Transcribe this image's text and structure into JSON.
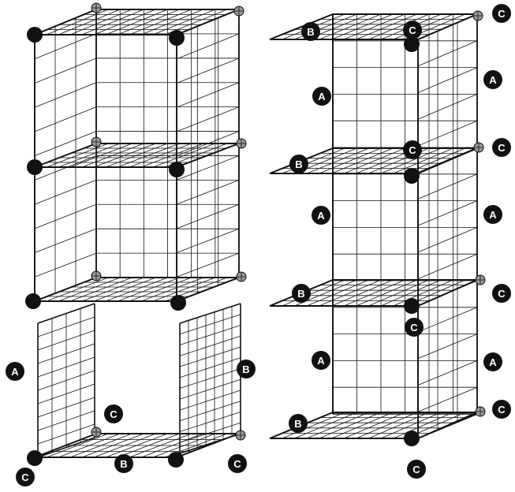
{
  "title": "",
  "colors": {
    "ink": "#111111",
    "badge_fill": "#111111",
    "badge_text": "#ffffff",
    "connector_metal": "#9a9a9a",
    "background": "#ffffff"
  },
  "part_labels": {
    "panel": "A",
    "shelf": "B",
    "connector": "C"
  },
  "figures": [
    {
      "name": "assembled-two-cube-unit",
      "cubes_stacked": 2,
      "labels": []
    },
    {
      "name": "exploded-bottom-cube",
      "labels": [
        "A",
        "B",
        "C",
        "C",
        "C",
        "B"
      ]
    },
    {
      "name": "three-cube-tower",
      "cubes_stacked": 3,
      "labels": [
        "B",
        "C",
        "C",
        "A",
        "A",
        "B",
        "C",
        "C",
        "A",
        "A",
        "B",
        "C",
        "C",
        "A",
        "A",
        "B",
        "C",
        "C"
      ]
    }
  ]
}
